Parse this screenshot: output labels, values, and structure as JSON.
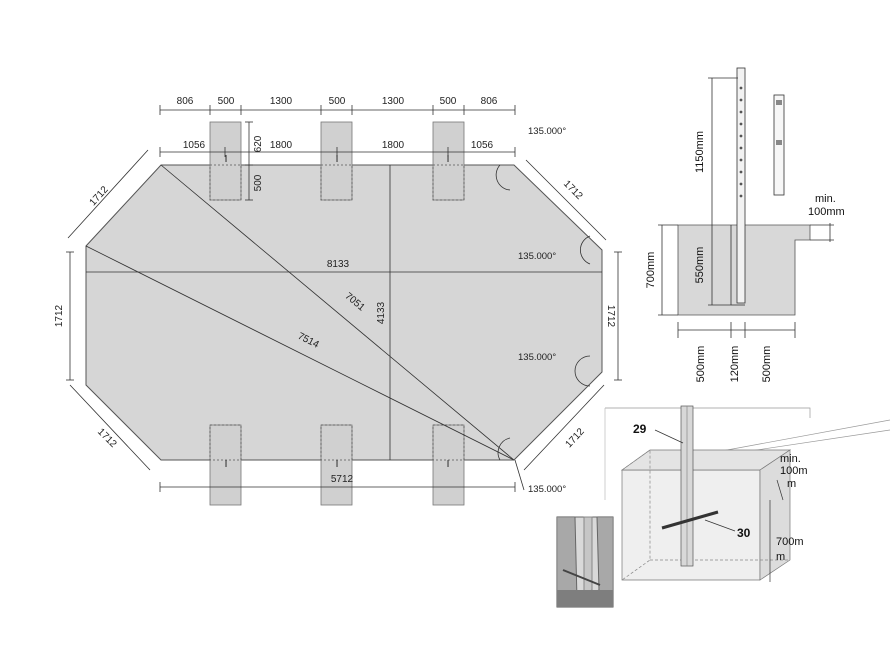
{
  "plan": {
    "top_spacing": [
      "806",
      "500",
      "1300",
      "500",
      "1300",
      "500",
      "806"
    ],
    "top_span": [
      "1056",
      "1800",
      "1800",
      "1056"
    ],
    "post_depth": "620",
    "post_width": "500",
    "side_top_left": "1712",
    "side_top_right": "1712",
    "side_left": "1712",
    "side_right": "1712",
    "side_bottom_left": "1712",
    "side_bottom_right": "1712",
    "length": "8133",
    "width": "4133",
    "diagonal_short": "7051",
    "diagonal_long": "7514",
    "bottom_length": "5712",
    "angle_top_right": "135.000°",
    "angle_right_upper": "135.000°",
    "angle_right_lower": "135.000°",
    "angle_bottom_right": "135.000°",
    "post_marker": "I"
  },
  "section": {
    "height_above": "1150mm",
    "embed_depth": "550mm",
    "footing_depth": "700mm",
    "min_label": "min.",
    "min_value": "100mm",
    "width_left": "500mm",
    "width_post": "120mm",
    "width_right": "500mm"
  },
  "detail3d": {
    "part_post": "29",
    "part_bar": "30",
    "min_label": "min.",
    "min_value": "100m",
    "min_unit": "m",
    "depth_value": "700m",
    "depth_unit": "m"
  },
  "colors": {
    "pool_fill": "#d6d6d6",
    "footing_fill": "#d8d8d8",
    "line": "#333333"
  }
}
